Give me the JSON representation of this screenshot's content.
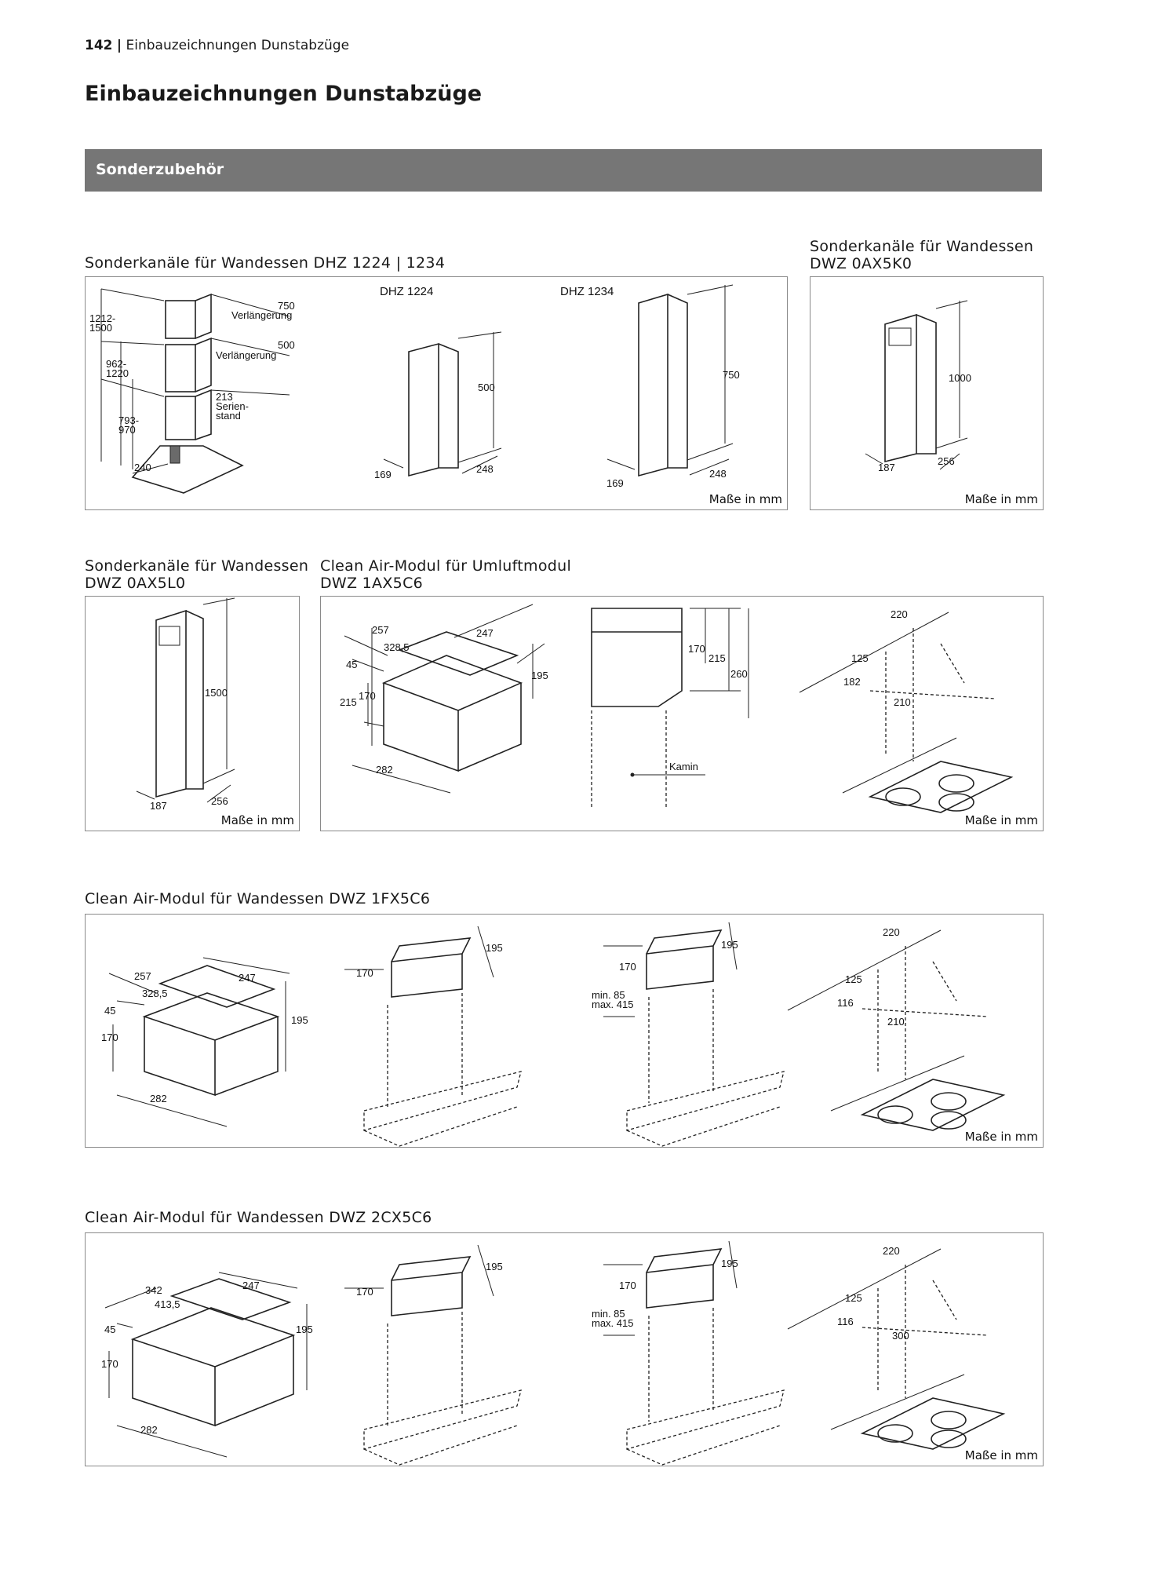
{
  "header": {
    "page_number": "142",
    "separator": "|",
    "running_title": "Einbauzeichnungen Dunstabzüge"
  },
  "page_title": "Einbauzeichnungen Dunstabzüge",
  "section_bar": "Sonderzubehör",
  "units": "Maße in mm",
  "panels": {
    "p1": {
      "title": "Sonderkanäle für Wandessen DHZ 1224 | 1234",
      "labels": {
        "l750": "750",
        "lverl1": "Verlängerung",
        "l500a": "500",
        "lverl2": "Verlängerung",
        "l213": "213",
        "lserien1": "Serien-",
        "lserien2": "stand",
        "l1212": "1212-",
        "l1500": "1500",
        "l962": "962-",
        "l1220": "1220",
        "l793": "793-",
        "l970": "970",
        "l240": "240",
        "dhz1224": "DHZ 1224",
        "dhz1234": "DHZ 1234",
        "l500b": "500",
        "l169a": "169",
        "l248a": "248",
        "l750b": "750",
        "l169b": "169",
        "l248b": "248"
      }
    },
    "p2": {
      "title_line1": "Sonderkanäle für Wandessen",
      "title_line2": "DWZ 0AX5K0",
      "labels": {
        "l1000": "1000",
        "l187": "187",
        "l256": "256"
      }
    },
    "p3": {
      "title_line1": "Sonderkanäle für Wandessen",
      "title_line2": "DWZ 0AX5L0",
      "labels": {
        "l1500": "1500",
        "l187": "187",
        "l256": "256"
      }
    },
    "p4": {
      "title_line1": "Clean Air-Modul für Umluftmodul",
      "title_line2": "DWZ 1AX5C6",
      "labels": {
        "l257": "257",
        "l328": "328,5",
        "l247": "247",
        "l45": "45",
        "l195": "195",
        "l170a": "170",
        "l215a": "215",
        "l282": "282",
        "l170b": "170",
        "l215b": "215",
        "l260": "260",
        "kamin": "Kamin",
        "l220": "220",
        "l125": "125",
        "l182": "182",
        "l210": "210"
      }
    },
    "p5": {
      "title": "Clean Air-Modul für Wandessen DWZ 1FX5C6",
      "labels": {
        "l257": "257",
        "l328": "328,5",
        "l247": "247",
        "l45": "45",
        "l195a": "195",
        "l170a": "170",
        "l282": "282",
        "l195b": "195",
        "l170b": "170",
        "l195c": "195",
        "l170c": "170",
        "min85": "min. 85",
        "max415": "max. 415",
        "l220": "220",
        "l125": "125",
        "l116": "116",
        "l210": "210"
      }
    },
    "p6": {
      "title": "Clean Air-Modul für Wandessen DWZ 2CX5C6",
      "labels": {
        "l342": "342",
        "l413": "413,5",
        "l247": "247",
        "l45": "45",
        "l195a": "195",
        "l170a": "170",
        "l282": "282",
        "l195b": "195",
        "l170b": "170",
        "l195c": "195",
        "l170c": "170",
        "min85": "min. 85",
        "max415": "max. 415",
        "l220": "220",
        "l125": "125",
        "l116": "116",
        "l300": "300"
      }
    }
  }
}
